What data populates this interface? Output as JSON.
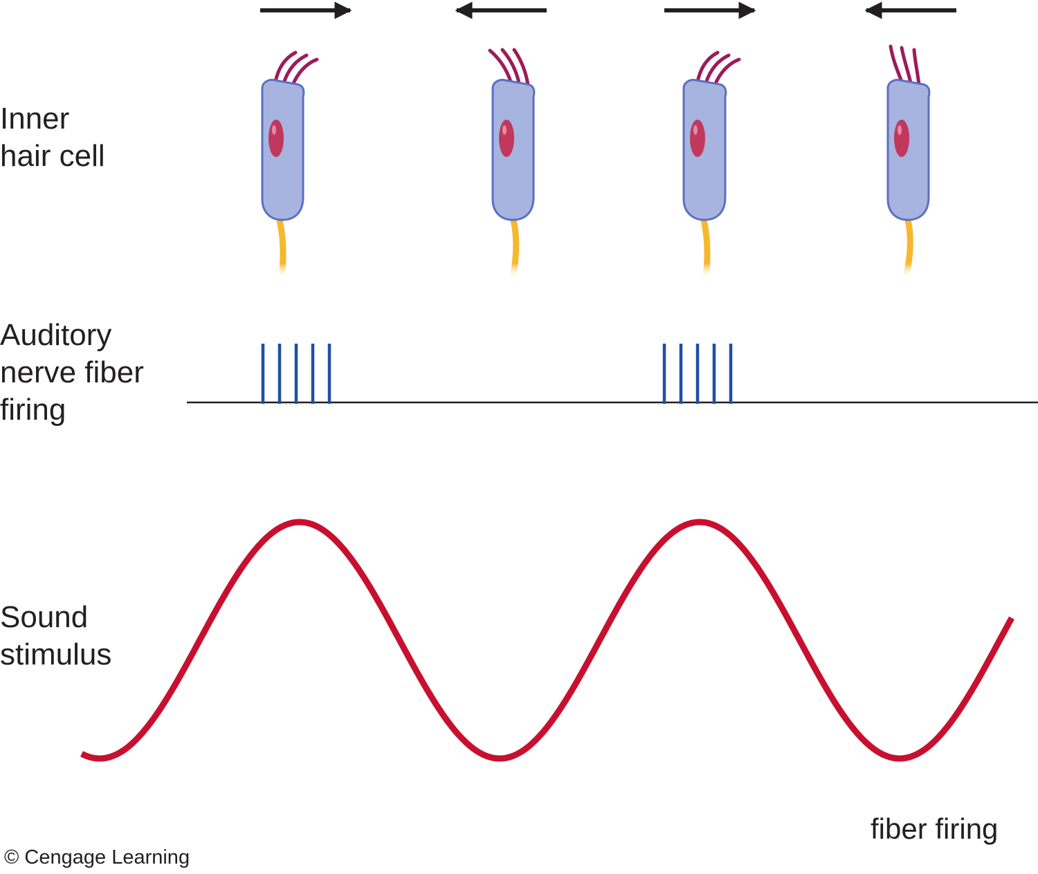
{
  "labels": {
    "inner_hair_cell": [
      "Inner",
      "hair cell"
    ],
    "auditory_nerve": [
      "Auditory",
      "nerve fiber",
      "firing"
    ],
    "sound_stimulus": [
      "Sound",
      "stimulus"
    ],
    "fiber_firing": "fiber firing"
  },
  "credit": "© Cengage Learning",
  "stereocilia_deflection": [
    "right",
    "left",
    "right",
    "left"
  ],
  "spike_bursts": [
    {
      "cycle": 1,
      "spike_count": 5
    },
    {
      "cycle": 2,
      "spike_count": 5
    }
  ],
  "colors": {
    "cell_body": "#a7b4e0",
    "cell_outline": "#5b6fc0",
    "nucleus": "#c0385e",
    "stereocilia": "#9c1b5b",
    "nerve_fiber": "#f5b82e",
    "spikes": "#1e4fa3",
    "sound_wave": "#c8102e",
    "arrows": "#231f20"
  }
}
